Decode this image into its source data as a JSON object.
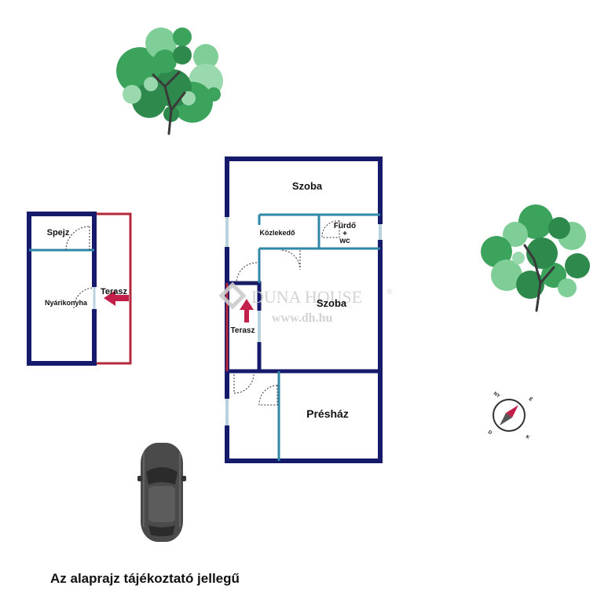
{
  "rooms": {
    "szoba_top": "Szoba",
    "kozlekedo": "Közlekedő",
    "furdo": "Fürdő",
    "furdo_plus": "+",
    "wc": "wc",
    "szoba_mid": "Szoba",
    "terasz_main": "Terasz",
    "preshaz": "Présház",
    "spejz": "Spejz",
    "nyarikonyha": "Nyárikonyha",
    "terasz_side": "Terasz"
  },
  "watermark": {
    "brand": "DUNA HOUSE",
    "registered": "®",
    "url": "www.dh.hu"
  },
  "compass": {
    "letters": [
      "NY",
      "É",
      "K",
      "D"
    ]
  },
  "disclaimer": "Az alaprajz tájékoztató jellegű",
  "colors": {
    "wall": "#161a6b",
    "partition": "#2f88a6",
    "terrace": "#b3283a",
    "arrow": "#c2204a",
    "tree_dark": "#2e8a4c",
    "tree_mid": "#3ba35b",
    "tree_light": "#7fce98",
    "car": "#4a4a4a"
  }
}
